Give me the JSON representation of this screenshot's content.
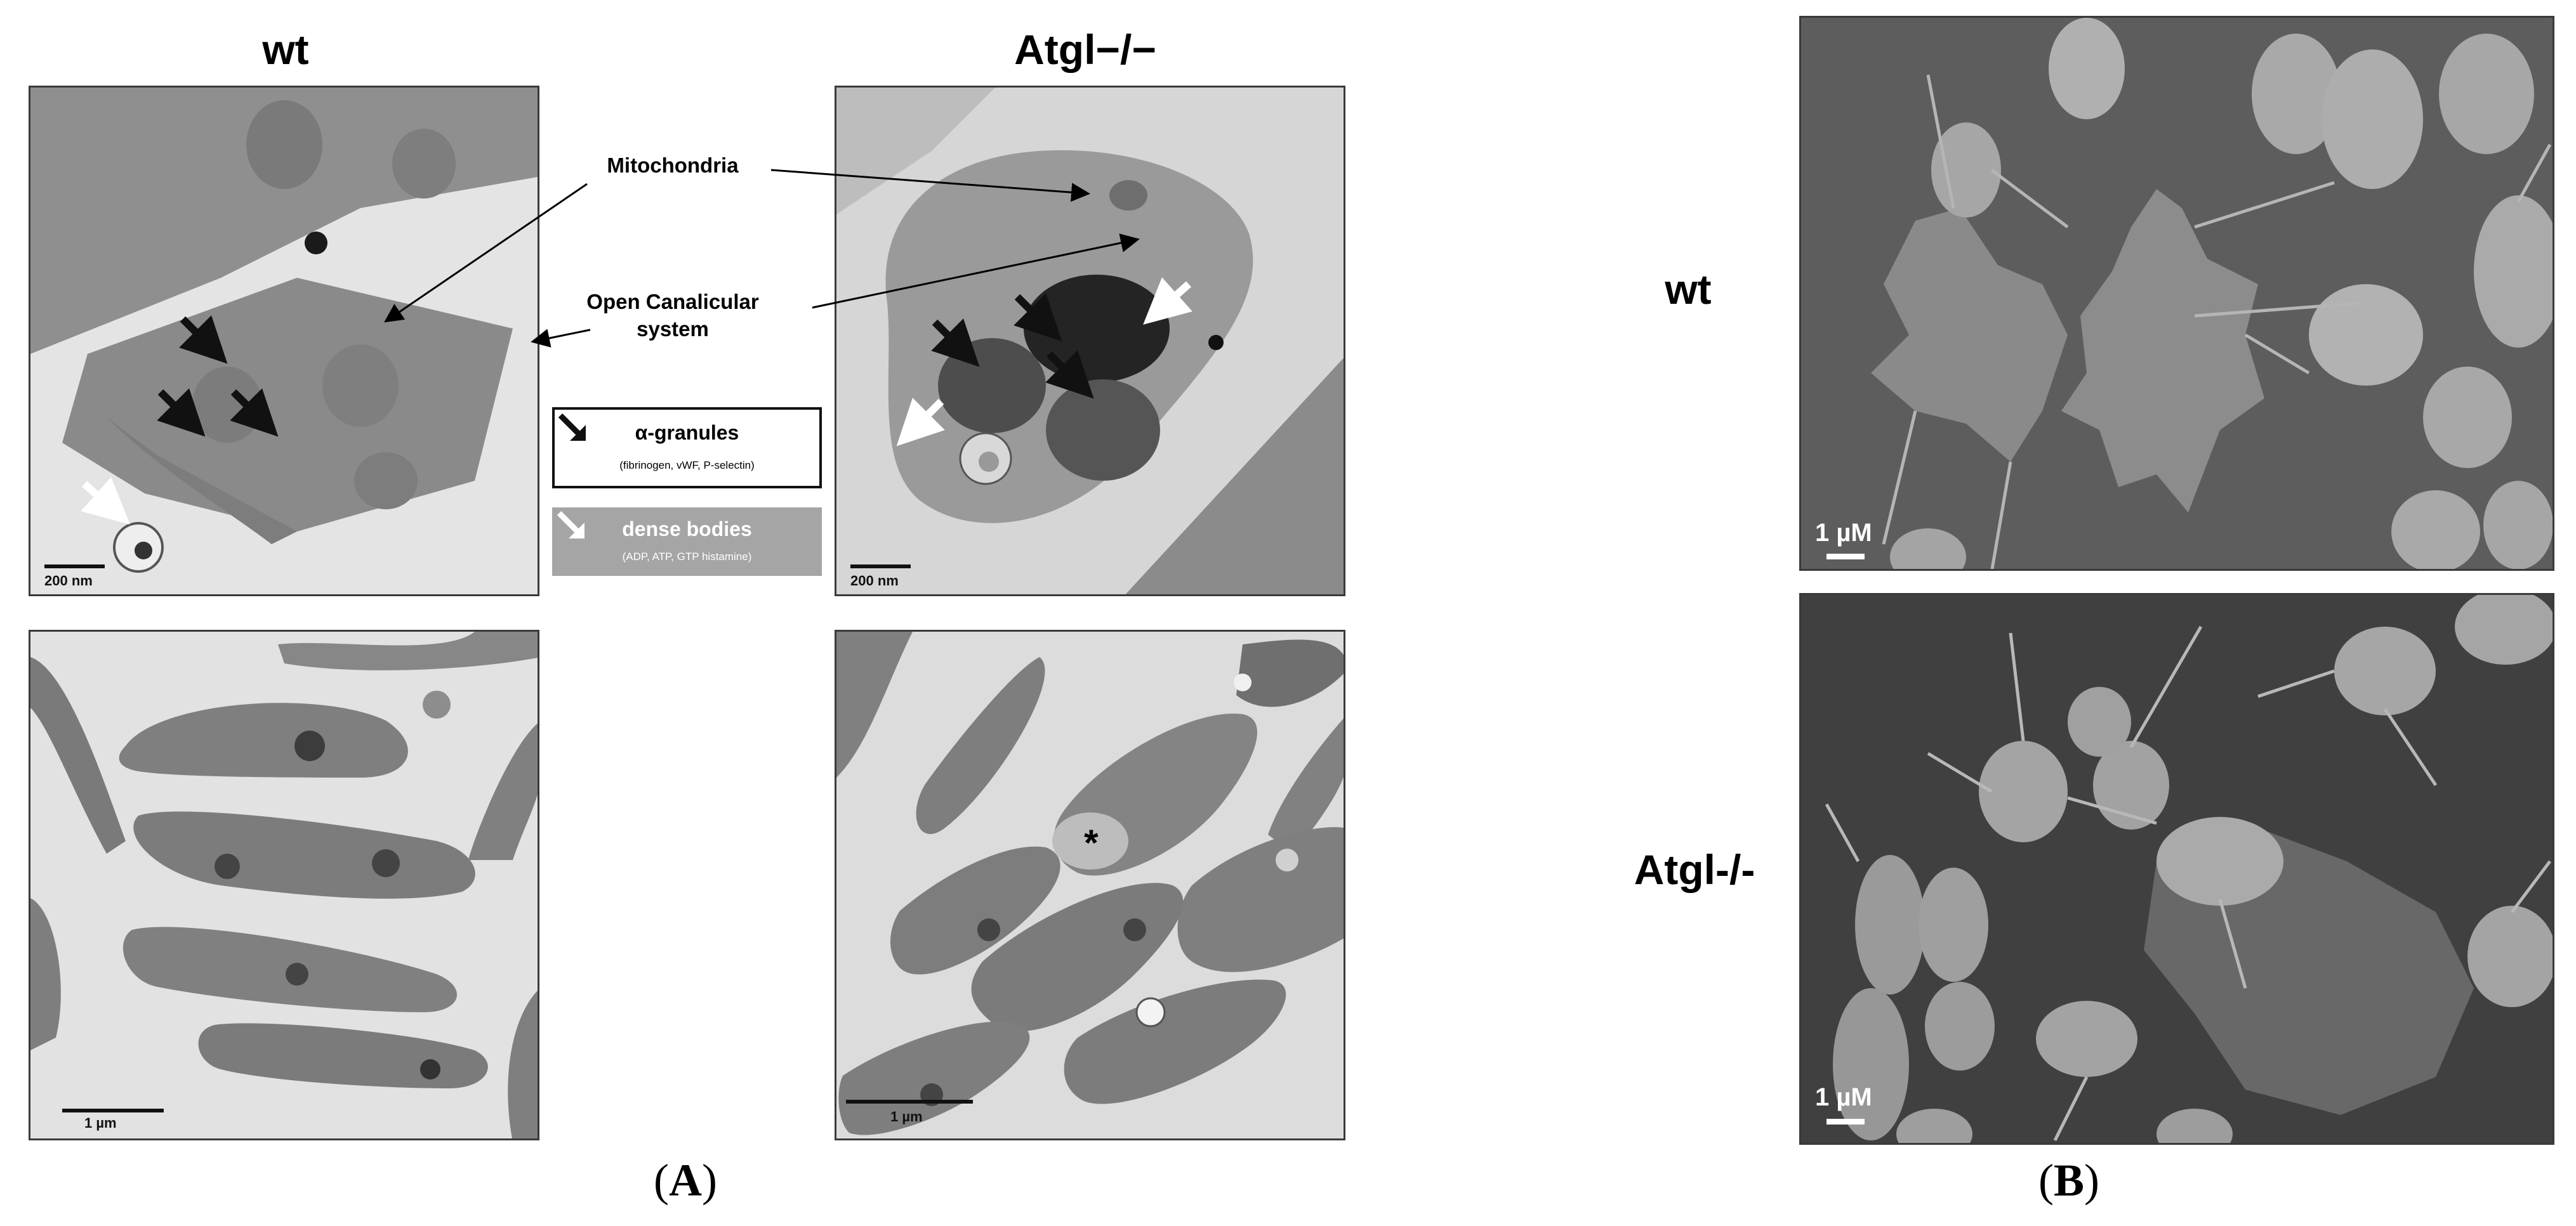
{
  "panelA": {
    "col_wt": "wt",
    "col_ko": "Atgl−/−",
    "label_open": "(",
    "label_letter": "A",
    "label_close": ")",
    "annotations": {
      "mitochondria": "Mitochondria",
      "ocs_line1": "Open Canalicular",
      "ocs_line2": "system"
    },
    "legend": {
      "alpha_title": "α-granules",
      "alpha_sub": "(fibrinogen,  vWF, P-selectin)",
      "dense_title": "dense bodies",
      "dense_sub": "(ADP, ATP, GTP histamine)"
    },
    "scalebars": {
      "top_wt": "200 nm",
      "top_ko": "200 nm",
      "bottom_wt": "1 µm",
      "bottom_ko": "1 µm"
    },
    "asterisk": "*"
  },
  "panelB": {
    "row_wt": "wt",
    "row_ko": "Atgl-/-",
    "label_open": "(",
    "label_letter": "B",
    "label_close": ")",
    "scalebars": {
      "top": "1 µM",
      "bottom": "1 µM"
    }
  }
}
